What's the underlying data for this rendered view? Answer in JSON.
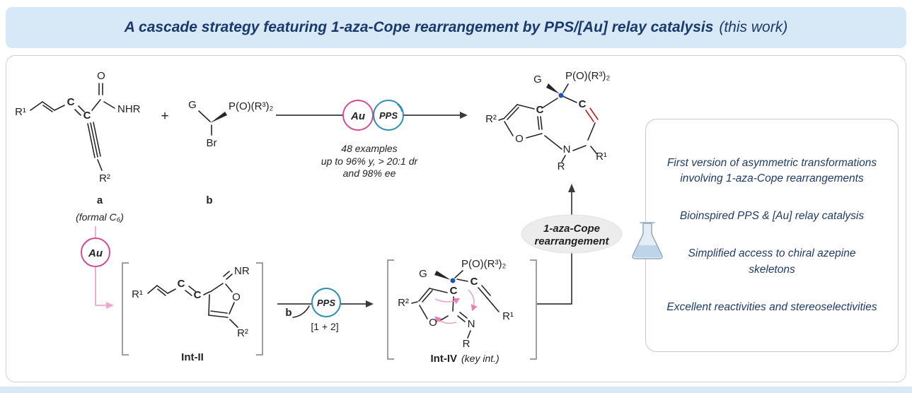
{
  "banner": {
    "title": "A cascade strategy featuring 1-aza-Cope rearrangement by PPS/[Au] relay catalysis",
    "suffix": "(this work)"
  },
  "reaction": {
    "plus": "+",
    "reactant_a": {
      "r1": "R¹",
      "c_red": "C",
      "c_blue": "C",
      "o": "O",
      "nhr": "NHR",
      "r2": "R²",
      "tag": "a",
      "note": "(formal C₆)"
    },
    "reactant_b": {
      "g": "G",
      "phosphonate": "P(O)(R³)₂",
      "br": "Br",
      "tag": "b"
    },
    "catalyst_au": "Au",
    "catalyst_pps": "PPS",
    "conditions": {
      "line1": "48 examples",
      "line2": "up to 96% y, > 20:1 dr",
      "line3": "and 98% ee"
    },
    "product": {
      "g": "G",
      "phosphonate": "P(O)(R³)₂",
      "r2": "R²",
      "c_blue": "C",
      "c_red": "C",
      "o": "O",
      "n": "N",
      "r": "R",
      "r1": "R¹"
    }
  },
  "pathway": {
    "au_label": "Au",
    "int2": {
      "r1": "R¹",
      "c_red": "C",
      "c_blue": "C",
      "nr": "NR",
      "o": "O",
      "r2": "R²",
      "name": "Int-II"
    },
    "b_label": "b",
    "pps_label": "PPS",
    "mode": "[1 + 2]",
    "int4": {
      "phosphonate": "P(O)(R³)₂",
      "g": "G",
      "c_blue": "C",
      "c_red": "C",
      "r2": "R²",
      "o": "O",
      "n": "N",
      "r": "R",
      "r1": "R¹",
      "name": "Int-IV",
      "name_note": "(key int.)"
    },
    "rearrangement_line1": "1-aza-Cope",
    "rearrangement_line2": "rearrangement"
  },
  "highlights": {
    "items": [
      "First version of asymmetric transformations involving 1-aza-Cope rearrangements",
      "Bioinspired PPS & [Au] relay catalysis",
      "Simplified access to chiral azepine skeletons",
      "Excellent reactivities and stereoselectivities"
    ]
  },
  "colors": {
    "banner_bg": "#d7e8f7",
    "title_navy": "#1b3a6b",
    "red_carbon": "#c41c1c",
    "blue_carbon": "#1c55b2",
    "au_pink": "#cf4f96",
    "pps_teal": "#2e8fae",
    "panel_text": "#1f3c66"
  }
}
